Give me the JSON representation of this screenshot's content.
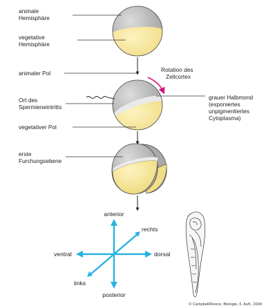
{
  "colors": {
    "animal_grey": "#b3b3b3",
    "vegetal_yellow": "#f7e79a",
    "arrow_cyan": "#29b2e0",
    "rotation_magenta": "#d4147a",
    "leader_line": "#333333"
  },
  "stage1": {
    "animal_label": [
      "animale",
      "Hemisphäre"
    ],
    "vegetal_label": [
      "vegetative",
      "Hemisphäre"
    ]
  },
  "stage2": {
    "animal_pole_label": "animaler Pol",
    "rotation_label": [
      "Rotation des",
      "Zellcortex"
    ],
    "sperm_label": [
      "Ort des",
      "Spermieneintritts"
    ],
    "vegetal_pole_label": "vegetativer Pol",
    "grey_crescent_label": [
      "grauer Halbmond",
      "(exponiertes",
      "unpigmentiertes",
      "Cytoplasma)"
    ]
  },
  "stage3": {
    "cleavage_label": [
      "erste",
      "Furchungsebene"
    ]
  },
  "axes": {
    "anterior": "anterior",
    "posterior": "posterior",
    "ventral": "ventral",
    "dorsal": "dorsal",
    "rechts": "rechts",
    "links": "links"
  },
  "embryo_icon": "tadpole-embryo-sketch",
  "copyright": "© Campbell/Reece, Biologie, 6. Aufl., 2004"
}
